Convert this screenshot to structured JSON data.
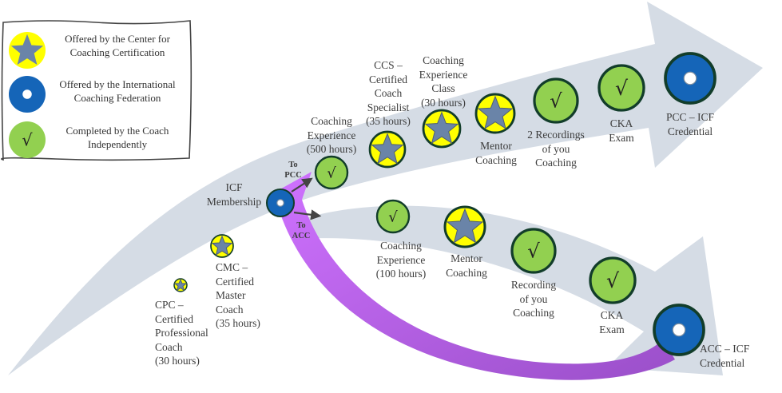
{
  "legend": {
    "items": [
      {
        "type": "star",
        "label": "Offered by the Center for\nCoaching Certification"
      },
      {
        "type": "ring",
        "label": "Offered by the International\nCoaching Federation"
      },
      {
        "type": "check",
        "label": "Completed by the Coach\nIndependently"
      }
    ]
  },
  "colors": {
    "arrow_fill": "#d5dce5",
    "purple_arrow": "#c066f0",
    "star_bg": "#ffff00",
    "star_fill": "#6a84a8",
    "ring_fill": "#1565b8",
    "check_fill": "#92d050",
    "outline": "#123d2a"
  },
  "check_glyph": "√",
  "branch_labels": {
    "to_pcc": "To\nPCC",
    "to_acc": "To\nACC"
  },
  "common_path": [
    {
      "type": "star",
      "label": "CPC –\nCertified\nProfessional\nCoach\n(30 hours)"
    },
    {
      "type": "star",
      "label": "CMC –\nCertified\nMaster\nCoach\n(35 hours)"
    },
    {
      "type": "ring",
      "label": "ICF\nMembership"
    }
  ],
  "pcc_path": [
    {
      "type": "check",
      "label": "Coaching\nExperience\n(500 hours)"
    },
    {
      "type": "star",
      "label": "CCS –\nCertified\nCoach\nSpecialist\n(35 hours)"
    },
    {
      "type": "star",
      "label": "Coaching\nExperience\nClass\n(30 hours)"
    },
    {
      "type": "star",
      "label": "Mentor\nCoaching"
    },
    {
      "type": "check",
      "label": "2 Recordings\nof you\nCoaching"
    },
    {
      "type": "check",
      "label": "CKA\nExam"
    },
    {
      "type": "ring",
      "label": "PCC – ICF\nCredential"
    }
  ],
  "acc_path": [
    {
      "type": "check",
      "label": "Coaching\nExperience\n(100 hours)"
    },
    {
      "type": "star",
      "label": "Mentor\nCoaching"
    },
    {
      "type": "check",
      "label": "Recording\nof you\nCoaching"
    },
    {
      "type": "check",
      "label": "CKA\nExam"
    },
    {
      "type": "ring",
      "label": "ACC – ICF\nCredential"
    }
  ]
}
